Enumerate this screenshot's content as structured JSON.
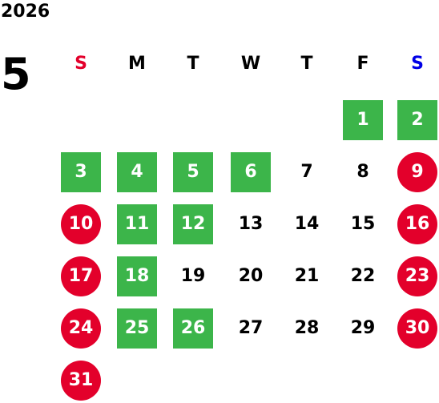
{
  "year": "2026",
  "month": "5",
  "weekdays": [
    {
      "label": "S",
      "color": "#e3002b"
    },
    {
      "label": "M",
      "color": "#000000"
    },
    {
      "label": "T",
      "color": "#000000"
    },
    {
      "label": "W",
      "color": "#000000"
    },
    {
      "label": "T",
      "color": "#000000"
    },
    {
      "label": "F",
      "color": "#000000"
    },
    {
      "label": "S",
      "color": "#0000e6"
    }
  ],
  "colors": {
    "green": "#3cb54a",
    "red": "#e3002b",
    "sunday": "#e3002b",
    "saturday": "#0000e6"
  },
  "weeks": [
    [
      null,
      null,
      null,
      null,
      null,
      {
        "day": "1",
        "style": "green"
      },
      {
        "day": "2",
        "style": "green"
      }
    ],
    [
      {
        "day": "3",
        "style": "green"
      },
      {
        "day": "4",
        "style": "green"
      },
      {
        "day": "5",
        "style": "green"
      },
      {
        "day": "6",
        "style": "green"
      },
      {
        "day": "7",
        "style": "plain"
      },
      {
        "day": "8",
        "style": "plain"
      },
      {
        "day": "9",
        "style": "red"
      }
    ],
    [
      {
        "day": "10",
        "style": "red"
      },
      {
        "day": "11",
        "style": "green"
      },
      {
        "day": "12",
        "style": "green"
      },
      {
        "day": "13",
        "style": "plain"
      },
      {
        "day": "14",
        "style": "plain"
      },
      {
        "day": "15",
        "style": "plain"
      },
      {
        "day": "16",
        "style": "red"
      }
    ],
    [
      {
        "day": "17",
        "style": "red"
      },
      {
        "day": "18",
        "style": "green"
      },
      {
        "day": "19",
        "style": "plain"
      },
      {
        "day": "20",
        "style": "plain"
      },
      {
        "day": "21",
        "style": "plain"
      },
      {
        "day": "22",
        "style": "plain"
      },
      {
        "day": "23",
        "style": "red"
      }
    ],
    [
      {
        "day": "24",
        "style": "red"
      },
      {
        "day": "25",
        "style": "green"
      },
      {
        "day": "26",
        "style": "green"
      },
      {
        "day": "27",
        "style": "plain"
      },
      {
        "day": "28",
        "style": "plain"
      },
      {
        "day": "29",
        "style": "plain"
      },
      {
        "day": "30",
        "style": "red"
      }
    ],
    [
      {
        "day": "31",
        "style": "red"
      },
      null,
      null,
      null,
      null,
      null,
      null
    ]
  ]
}
